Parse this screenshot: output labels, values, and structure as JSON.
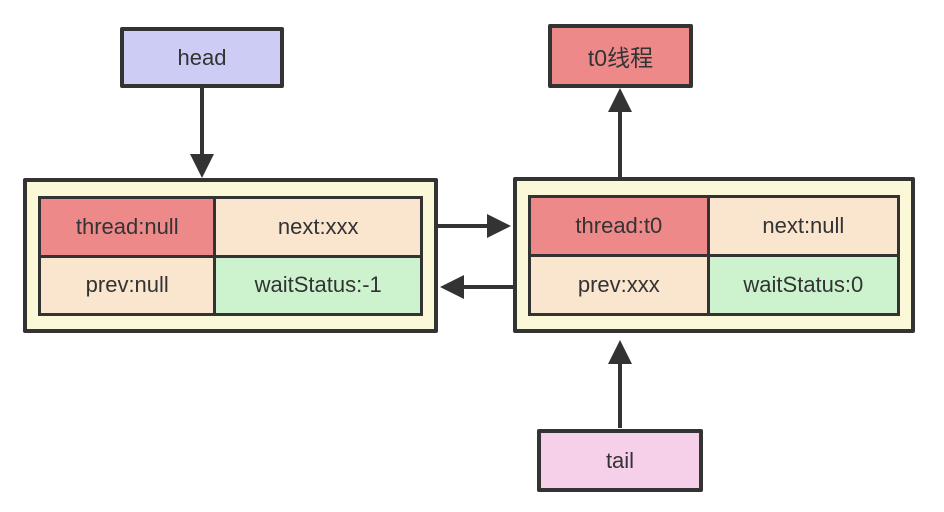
{
  "colors": {
    "border": "#333333",
    "text": "#333333",
    "head_fill": "#ccccf4",
    "thread_box_fill": "#ee8989",
    "tail_fill": "#f6d0e9",
    "node_fill": "#fbf8d7",
    "cell_red": "#ee8989",
    "cell_peach": "#fae5cf",
    "cell_green": "#ccf3cd"
  },
  "pointers": {
    "head_label": "head",
    "thread_label": "t0线程",
    "tail_label": "tail"
  },
  "left_node": {
    "thread": "thread:null",
    "next": "next:xxx",
    "prev": "prev:null",
    "wait_status": "waitStatus:-1"
  },
  "right_node": {
    "thread": "thread:t0",
    "next": "next:null",
    "prev": "prev:xxx",
    "wait_status": "waitStatus:0"
  },
  "arrows": {
    "head_to_left_node": "head points down to first node",
    "left_next_to_right_node": "next pointer to second node",
    "right_prev_to_left_node": "prev pointer back to first node",
    "right_thread_to_t0": "thread field points up to t0 thread",
    "tail_to_right_node": "tail points up to second node"
  }
}
